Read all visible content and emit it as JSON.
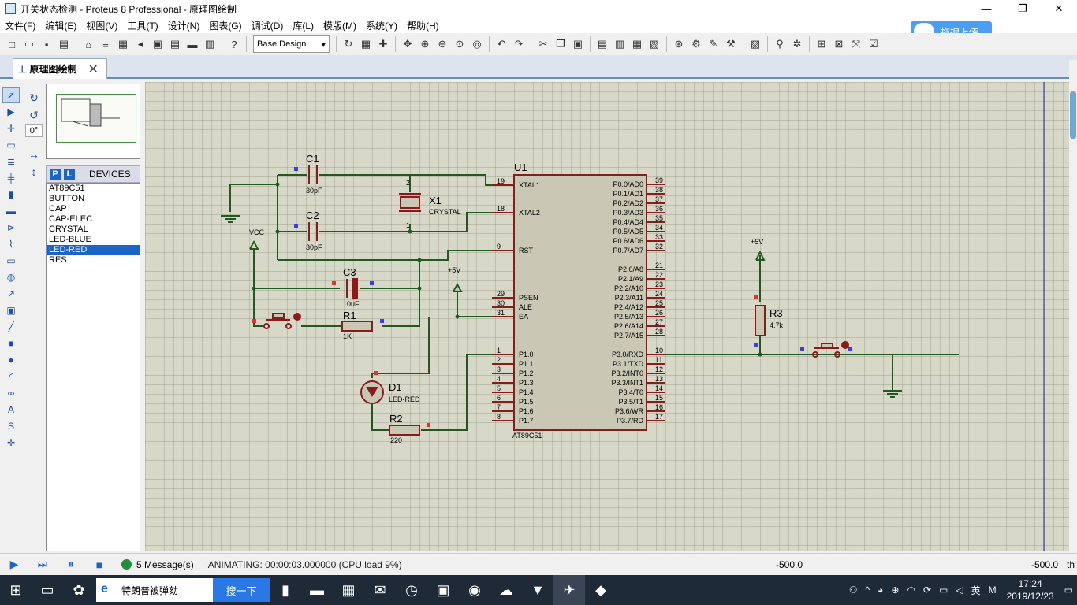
{
  "window": {
    "title": "开关状态检测 - Proteus 8 Professional - 原理图绘制",
    "controls": [
      "—",
      "❐",
      "✕"
    ]
  },
  "menu": [
    "文件(F)",
    "编辑(E)",
    "视图(V)",
    "工具(T)",
    "设计(N)",
    "图表(G)",
    "调试(D)",
    "库(L)",
    "模版(M)",
    "系统(Y)",
    "帮助(H)"
  ],
  "upload_label": "拖拽上传",
  "toolbar": {
    "design_select": "Base Design"
  },
  "tab": {
    "label": "原理图绘制",
    "close": "✕"
  },
  "panel": {
    "angle": "0°",
    "p_label": "P",
    "l_label": "L",
    "devices_header": "DEVICES",
    "devices": [
      "AT89C51",
      "BUTTON",
      "CAP",
      "CAP-ELEC",
      "CRYSTAL",
      "LED-BLUE",
      "LED-RED",
      "RES"
    ],
    "selected_device": "LED-RED"
  },
  "schematic": {
    "c1": {
      "ref": "C1",
      "value": "30pF"
    },
    "c2": {
      "ref": "C2",
      "value": "30pF"
    },
    "c3": {
      "ref": "C3",
      "value": "10uF"
    },
    "x1": {
      "ref": "X1",
      "value": "CRYSTAL",
      "pin1": "1",
      "pin2": "2"
    },
    "r1": {
      "ref": "R1",
      "value": "1K"
    },
    "r2": {
      "ref": "R2",
      "value": "220"
    },
    "r3": {
      "ref": "R3",
      "value": "4.7k"
    },
    "d1": {
      "ref": "D1",
      "value": "LED-RED"
    },
    "vcc": "VCC",
    "plus5v": "+5V",
    "u1": {
      "ref": "U1",
      "part": "AT89C51",
      "left_pins": [
        {
          "num": "19",
          "name": "XTAL1"
        },
        {
          "num": "18",
          "name": "XTAL2"
        },
        {
          "num": "9",
          "name": "RST"
        },
        {
          "num": "29",
          "name": "PSEN"
        },
        {
          "num": "30",
          "name": "ALE"
        },
        {
          "num": "31",
          "name": "EA"
        },
        {
          "num": "1",
          "name": "P1.0"
        },
        {
          "num": "2",
          "name": "P1.1"
        },
        {
          "num": "3",
          "name": "P1.2"
        },
        {
          "num": "4",
          "name": "P1.3"
        },
        {
          "num": "5",
          "name": "P1.4"
        },
        {
          "num": "6",
          "name": "P1.5"
        },
        {
          "num": "7",
          "name": "P1.6"
        },
        {
          "num": "8",
          "name": "P1.7"
        }
      ],
      "right_pins": [
        {
          "num": "39",
          "name": "P0.0/AD0"
        },
        {
          "num": "38",
          "name": "P0.1/AD1"
        },
        {
          "num": "37",
          "name": "P0.2/AD2"
        },
        {
          "num": "36",
          "name": "P0.3/AD3"
        },
        {
          "num": "35",
          "name": "P0.4/AD4"
        },
        {
          "num": "34",
          "name": "P0.5/AD5"
        },
        {
          "num": "33",
          "name": "P0.6/AD6"
        },
        {
          "num": "32",
          "name": "P0.7/AD7"
        },
        {
          "num": "21",
          "name": "P2.0/A8"
        },
        {
          "num": "22",
          "name": "P2.1/A9"
        },
        {
          "num": "23",
          "name": "P2.2/A10"
        },
        {
          "num": "24",
          "name": "P2.3/A11"
        },
        {
          "num": "25",
          "name": "P2.4/A12"
        },
        {
          "num": "26",
          "name": "P2.5/A13"
        },
        {
          "num": "27",
          "name": "P2.6/A14"
        },
        {
          "num": "28",
          "name": "P2.7/A15"
        },
        {
          "num": "10",
          "name": "P3.0/RXD"
        },
        {
          "num": "11",
          "name": "P3.1/TXD"
        },
        {
          "num": "12",
          "name": "P3.2/INT0"
        },
        {
          "num": "13",
          "name": "P3.3/INT1"
        },
        {
          "num": "14",
          "name": "P3.4/T0"
        },
        {
          "num": "15",
          "name": "P3.5/T1"
        },
        {
          "num": "16",
          "name": "P3.6/WR"
        },
        {
          "num": "17",
          "name": "P3.7/RD"
        }
      ]
    }
  },
  "status": {
    "messages": "5 Message(s)",
    "animating": "ANIMATING: 00:00:03.000000 (CPU load 9%)",
    "x": "-500.0",
    "y": "-500.0",
    "units": "th"
  },
  "taskbar": {
    "search_text": "特朗普被弹劾",
    "search_button": "搜一下",
    "ime": "英",
    "time": "17:24",
    "date": "2019/12/23"
  },
  "colors": {
    "wire": "#1f5a1f",
    "component": "#8b1a1a",
    "canvas": "#d8d8c8",
    "accent": "#1a66c8"
  }
}
